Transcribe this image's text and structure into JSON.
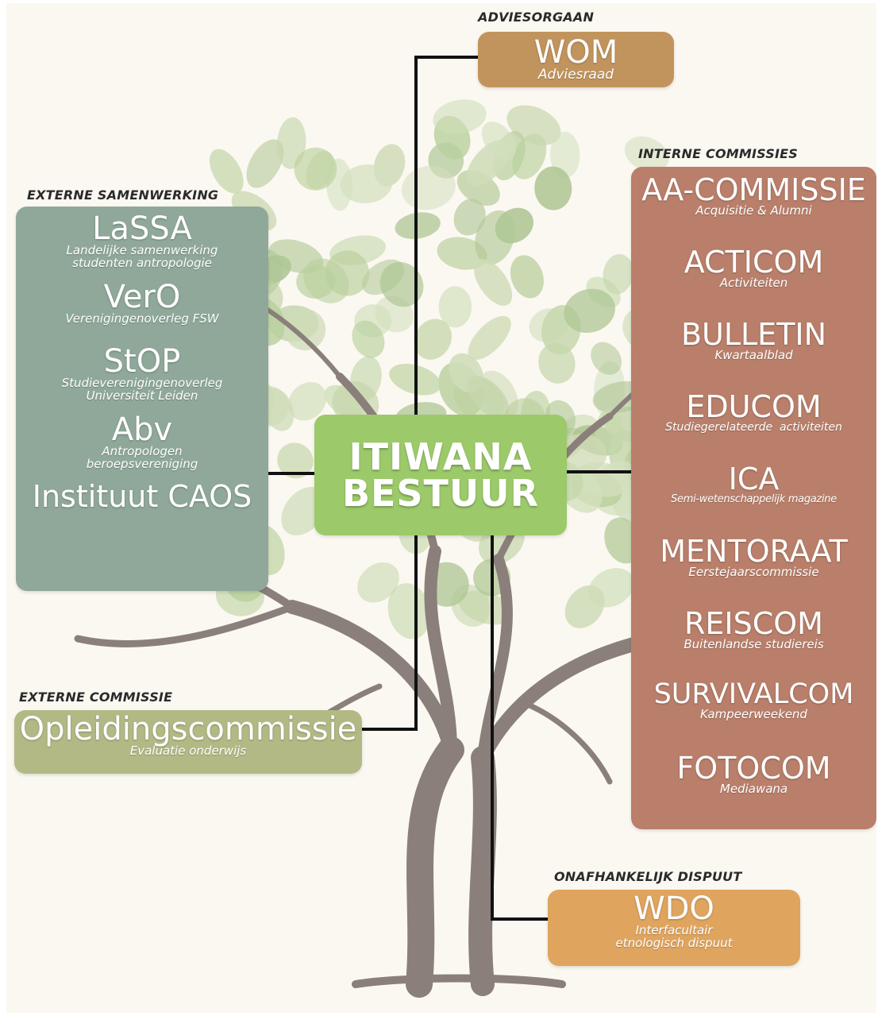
{
  "colors": {
    "background": "#fbf8f1",
    "adviesorgaan": "#c2945d",
    "externe_samenwerking": "#8fa89a",
    "bestuur": "#9cc96a",
    "interne_commissies": "#b97f6a",
    "externe_commissie": "#b2b985",
    "dispuut": "#dfa45e",
    "connector": "#111111",
    "trunk": "#8a7f7a",
    "leaves": "#c9d8b0"
  },
  "adviesorgaan": {
    "label": "ADVIESORGAAN",
    "name": "WOM",
    "subtitle": "Adviesraad"
  },
  "externe_samenwerking": {
    "label": "EXTERNE SAMENWERKING",
    "items": [
      {
        "name": "LaSSA",
        "subtitle": [
          "Landelijke samenwerking",
          "studenten antropologie"
        ]
      },
      {
        "name": "VerO",
        "subtitle": [
          "Verenigingenoverleg FSW"
        ]
      },
      {
        "name": "StOP",
        "subtitle": [
          "Studieverenigingenoverleg",
          "Universiteit Leiden"
        ]
      },
      {
        "name": "Abv",
        "subtitle": [
          "Antropologen",
          "beroepsvereniging"
        ]
      },
      {
        "name": "Instituut CAOS",
        "subtitle": []
      }
    ]
  },
  "bestuur": {
    "line1": "ITIWANA",
    "line2": "BESTUUR"
  },
  "interne_commissies": {
    "label": "INTERNE COMMISSIES",
    "items": [
      {
        "name": "AA-COMMISSIE",
        "subtitle": "Acquisitie & Alumni"
      },
      {
        "name": "ACTICOM",
        "subtitle": "Activiteiten"
      },
      {
        "name": "BULLETIN",
        "subtitle": "Kwartaalblad"
      },
      {
        "name": "EDUCOM",
        "subtitle": "Studiegerelateerde  activiteiten"
      },
      {
        "name": "ICA",
        "subtitle": "Semi-wetenschappelijk magazine"
      },
      {
        "name": "MENTORAAT",
        "subtitle": "Eerstejaarscommissie"
      },
      {
        "name": "REISCOM",
        "subtitle": "Buitenlandse studiereis"
      },
      {
        "name": "SURVIVALCOM",
        "subtitle": "Kampeerweekend"
      },
      {
        "name": "FOTOCOM",
        "subtitle": "Mediawana"
      }
    ]
  },
  "externe_commissie": {
    "label": "EXTERNE COMMISSIE",
    "name": "Opleidingscommissie",
    "subtitle": "Evaluatie onderwijs"
  },
  "dispuut": {
    "label": "ONAFHANKELIJK DISPUUT",
    "name": "WDO",
    "subtitle": [
      "Interfacultair",
      "etnologisch dispuut"
    ]
  }
}
